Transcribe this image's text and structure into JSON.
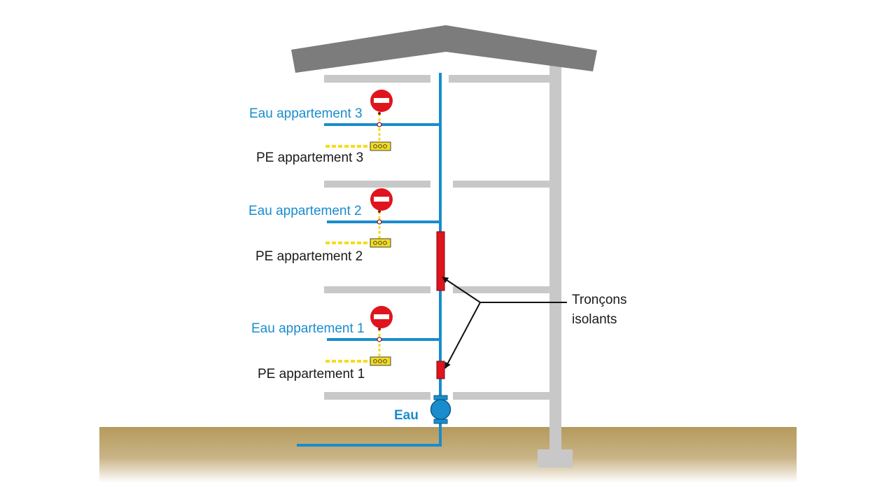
{
  "colors": {
    "water": "#1a8ccc",
    "structure": "#c8c8c8",
    "roof": "#7c7c7c",
    "ground": "#b59a5c",
    "insulator": "#e0141c",
    "ground_wire": "#f5dc1e",
    "no_entry": "#e0141c"
  },
  "icons": {
    "no_entry": "no-entry-sign-icon",
    "pe_bar": "earth-terminal-bar-icon",
    "meter": "water-meter-icon"
  },
  "labels": {
    "water_apartment_3": "Eau appartement 3",
    "pe_apartment_3": "PE appartement 3",
    "water_apartment_2": "Eau appartement 2",
    "pe_apartment_2": "PE appartement 2",
    "water_apartment_1": "Eau appartement 1",
    "pe_apartment_1": "PE appartement 1",
    "water_main": "Eau",
    "insulating_sections_line1": "Tronçons",
    "insulating_sections_line2": "isolants"
  }
}
